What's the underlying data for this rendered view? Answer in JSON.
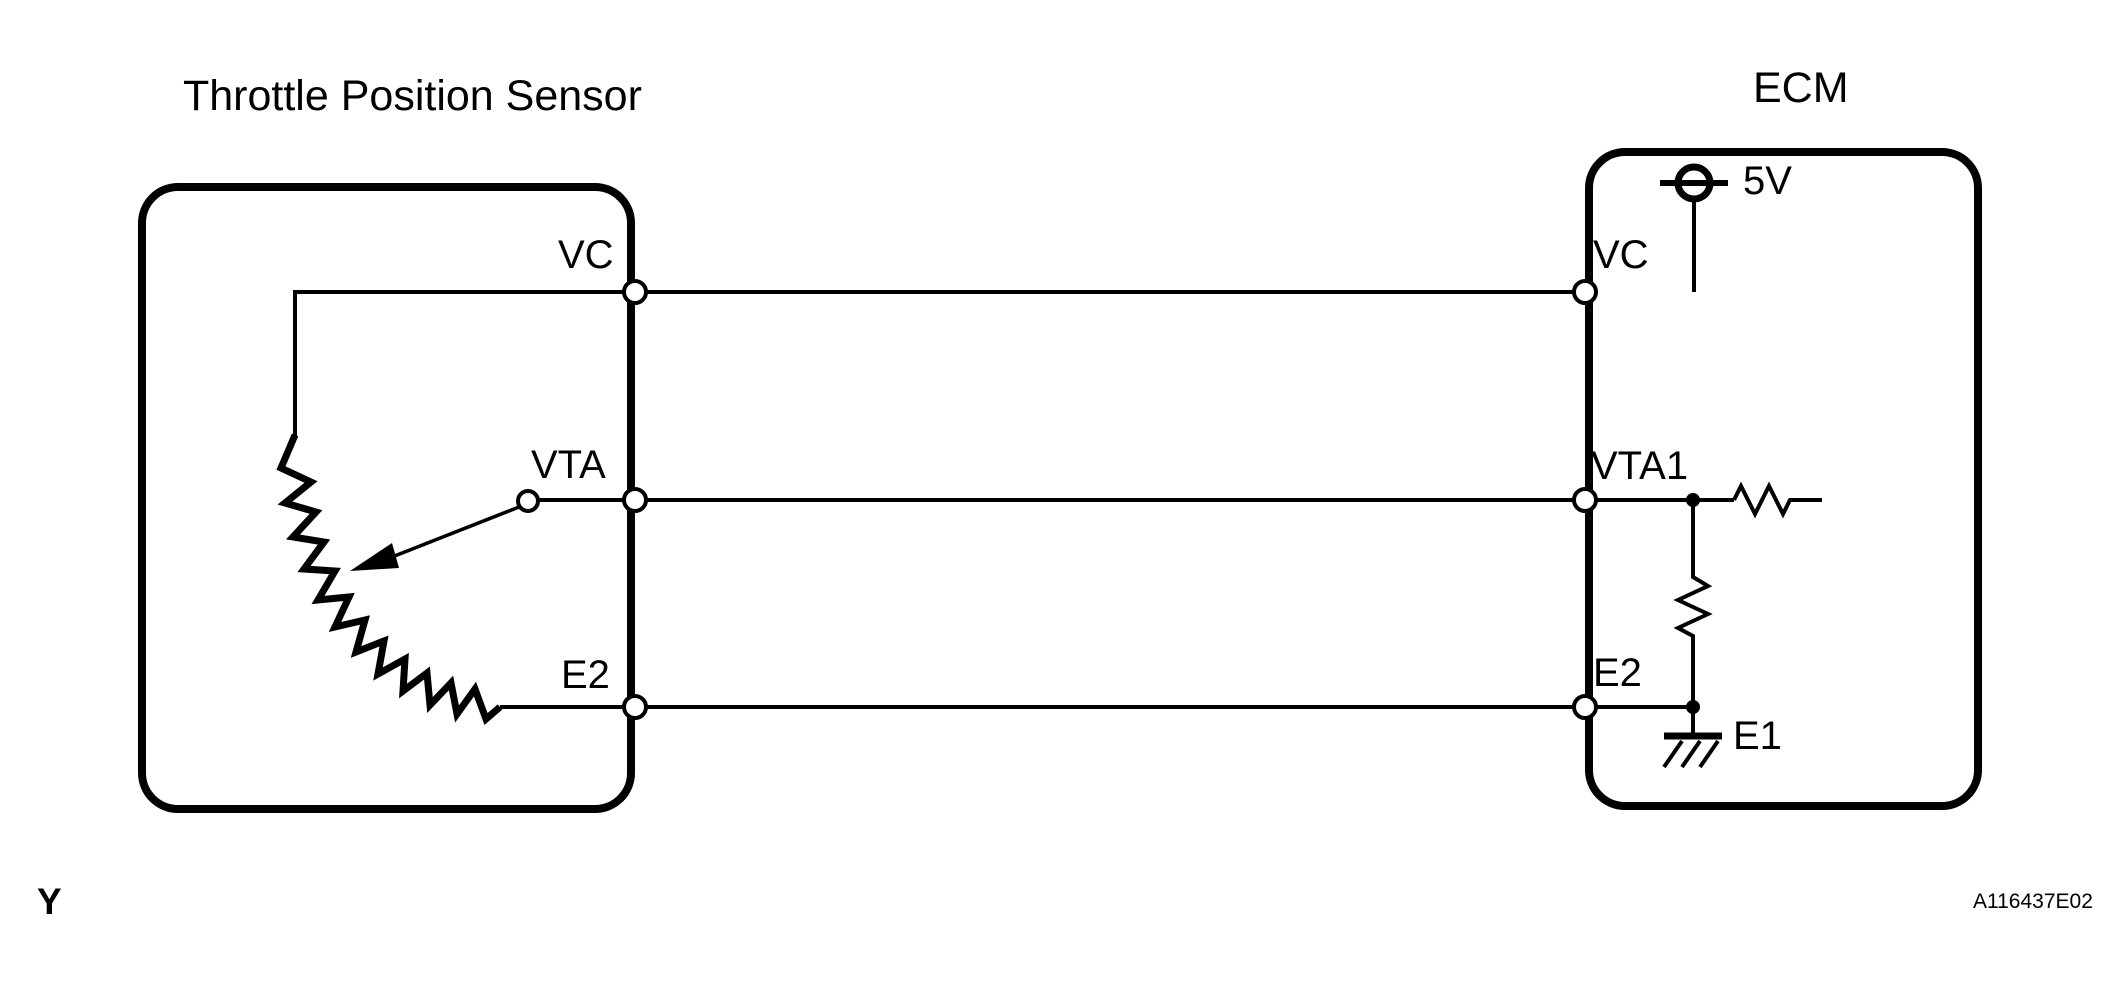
{
  "page": {
    "background_color": "#ffffff",
    "line_color": "#000000"
  },
  "sensor": {
    "title": "Throttle Position Sensor",
    "terminals": [
      {
        "id": "vc",
        "label": "VC"
      },
      {
        "id": "vta",
        "label": "VTA"
      },
      {
        "id": "e2",
        "label": "E2"
      }
    ]
  },
  "ecm": {
    "title": "ECM",
    "supply_label": "5V",
    "ground_label": "E1",
    "terminals": [
      {
        "id": "vc",
        "label": "VC"
      },
      {
        "id": "vta1",
        "label": "VTA1"
      },
      {
        "id": "e2",
        "label": "E2"
      }
    ]
  },
  "footer": {
    "left_label": "Y",
    "figure_code": "A116437E02"
  }
}
